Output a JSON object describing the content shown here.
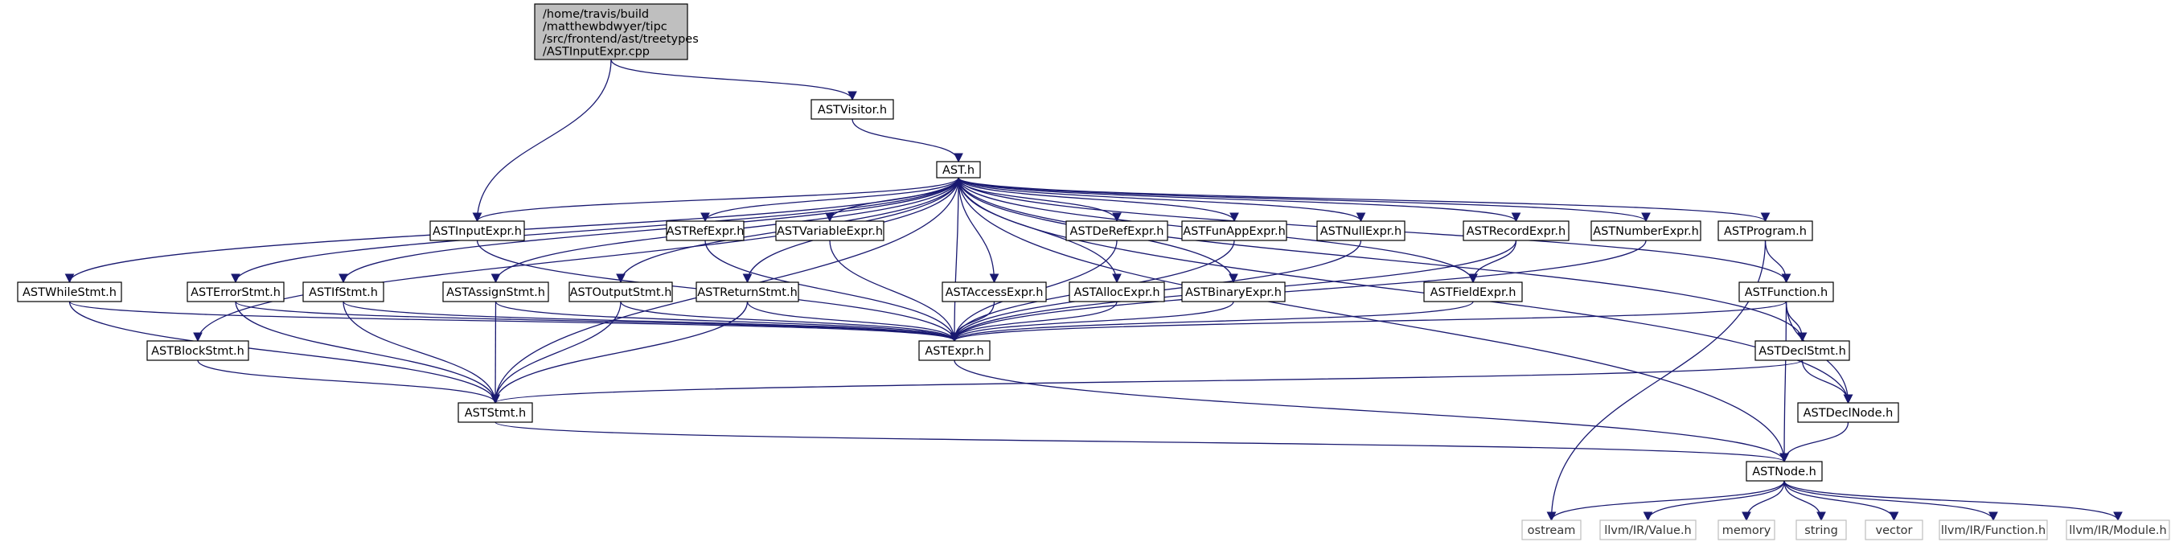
{
  "graph": {
    "root": {
      "id": "root",
      "lines": [
        "/home/travis/build",
        "/matthewbdwyer/tipc",
        "/src/frontend/ast/treetypes",
        "/ASTInputExpr.cpp"
      ]
    },
    "nodes": [
      {
        "id": "ASTVisitor",
        "label": "ASTVisitor.h"
      },
      {
        "id": "AST",
        "label": "AST.h"
      },
      {
        "id": "ASTInputExpr",
        "label": "ASTInputExpr.h"
      },
      {
        "id": "ASTRefExpr",
        "label": "ASTRefExpr.h"
      },
      {
        "id": "ASTVariableExpr",
        "label": "ASTVariableExpr.h"
      },
      {
        "id": "ASTDeRefExpr",
        "label": "ASTDeRefExpr.h"
      },
      {
        "id": "ASTFunAppExpr",
        "label": "ASTFunAppExpr.h"
      },
      {
        "id": "ASTNullExpr",
        "label": "ASTNullExpr.h"
      },
      {
        "id": "ASTRecordExpr",
        "label": "ASTRecordExpr.h"
      },
      {
        "id": "ASTNumberExpr",
        "label": "ASTNumberExpr.h"
      },
      {
        "id": "ASTProgram",
        "label": "ASTProgram.h"
      },
      {
        "id": "ASTWhileStmt",
        "label": "ASTWhileStmt.h"
      },
      {
        "id": "ASTErrorStmt",
        "label": "ASTErrorStmt.h"
      },
      {
        "id": "ASTIfStmt",
        "label": "ASTIfStmt.h"
      },
      {
        "id": "ASTAssignStmt",
        "label": "ASTAssignStmt.h"
      },
      {
        "id": "ASTOutputStmt",
        "label": "ASTOutputStmt.h"
      },
      {
        "id": "ASTReturnStmt",
        "label": "ASTReturnStmt.h"
      },
      {
        "id": "ASTAccessExpr",
        "label": "ASTAccessExpr.h"
      },
      {
        "id": "ASTAllocExpr",
        "label": "ASTAllocExpr.h"
      },
      {
        "id": "ASTBinaryExpr",
        "label": "ASTBinaryExpr.h"
      },
      {
        "id": "ASTFieldExpr",
        "label": "ASTFieldExpr.h"
      },
      {
        "id": "ASTFunction",
        "label": "ASTFunction.h"
      },
      {
        "id": "ASTBlockStmt",
        "label": "ASTBlockStmt.h"
      },
      {
        "id": "ASTExpr",
        "label": "ASTExpr.h"
      },
      {
        "id": "ASTDeclStmt",
        "label": "ASTDeclStmt.h"
      },
      {
        "id": "ASTStmt",
        "label": "ASTStmt.h"
      },
      {
        "id": "ASTDeclNode",
        "label": "ASTDeclNode.h"
      },
      {
        "id": "ASTNode",
        "label": "ASTNode.h"
      },
      {
        "id": "ostream",
        "label": "ostream",
        "external": true
      },
      {
        "id": "llvmValue",
        "label": "llvm/IR/Value.h",
        "external": true
      },
      {
        "id": "memory",
        "label": "memory",
        "external": true
      },
      {
        "id": "string",
        "label": "string",
        "external": true
      },
      {
        "id": "vector",
        "label": "vector",
        "external": true
      },
      {
        "id": "llvmFunction",
        "label": "llvm/IR/Function.h",
        "external": true
      },
      {
        "id": "llvmModule",
        "label": "llvm/IR/Module.h",
        "external": true
      }
    ],
    "edges": [
      [
        "root",
        "ASTVisitor"
      ],
      [
        "root",
        "ASTInputExpr"
      ],
      [
        "ASTVisitor",
        "AST"
      ],
      [
        "AST",
        "ASTInputExpr"
      ],
      [
        "AST",
        "ASTRefExpr"
      ],
      [
        "AST",
        "ASTVariableExpr"
      ],
      [
        "AST",
        "ASTDeRefExpr"
      ],
      [
        "AST",
        "ASTFunAppExpr"
      ],
      [
        "AST",
        "ASTNullExpr"
      ],
      [
        "AST",
        "ASTRecordExpr"
      ],
      [
        "AST",
        "ASTNumberExpr"
      ],
      [
        "AST",
        "ASTProgram"
      ],
      [
        "AST",
        "ASTWhileStmt"
      ],
      [
        "AST",
        "ASTErrorStmt"
      ],
      [
        "AST",
        "ASTIfStmt"
      ],
      [
        "AST",
        "ASTAssignStmt"
      ],
      [
        "AST",
        "ASTOutputStmt"
      ],
      [
        "AST",
        "ASTReturnStmt"
      ],
      [
        "AST",
        "ASTAccessExpr"
      ],
      [
        "AST",
        "ASTAllocExpr"
      ],
      [
        "AST",
        "ASTBinaryExpr"
      ],
      [
        "AST",
        "ASTFieldExpr"
      ],
      [
        "AST",
        "ASTFunction"
      ],
      [
        "AST",
        "ASTBlockStmt"
      ],
      [
        "AST",
        "ASTExpr"
      ],
      [
        "AST",
        "ASTDeclStmt"
      ],
      [
        "AST",
        "ASTStmt"
      ],
      [
        "AST",
        "ASTDeclNode"
      ],
      [
        "AST",
        "ASTNode"
      ],
      [
        "ASTInputExpr",
        "ASTExpr"
      ],
      [
        "ASTRefExpr",
        "ASTExpr"
      ],
      [
        "ASTVariableExpr",
        "ASTExpr"
      ],
      [
        "ASTDeRefExpr",
        "ASTExpr"
      ],
      [
        "ASTFunAppExpr",
        "ASTExpr"
      ],
      [
        "ASTNullExpr",
        "ASTExpr"
      ],
      [
        "ASTRecordExpr",
        "ASTExpr"
      ],
      [
        "ASTRecordExpr",
        "ASTFieldExpr"
      ],
      [
        "ASTNumberExpr",
        "ASTExpr"
      ],
      [
        "ASTProgram",
        "ASTFunction"
      ],
      [
        "ASTProgram",
        "ostream"
      ],
      [
        "ASTWhileStmt",
        "ASTExpr"
      ],
      [
        "ASTWhileStmt",
        "ASTStmt"
      ],
      [
        "ASTErrorStmt",
        "ASTExpr"
      ],
      [
        "ASTErrorStmt",
        "ASTStmt"
      ],
      [
        "ASTIfStmt",
        "ASTExpr"
      ],
      [
        "ASTIfStmt",
        "ASTStmt"
      ],
      [
        "ASTAssignStmt",
        "ASTExpr"
      ],
      [
        "ASTAssignStmt",
        "ASTStmt"
      ],
      [
        "ASTOutputStmt",
        "ASTExpr"
      ],
      [
        "ASTOutputStmt",
        "ASTStmt"
      ],
      [
        "ASTReturnStmt",
        "ASTExpr"
      ],
      [
        "ASTReturnStmt",
        "ASTStmt"
      ],
      [
        "ASTAccessExpr",
        "ASTExpr"
      ],
      [
        "ASTAllocExpr",
        "ASTExpr"
      ],
      [
        "ASTBinaryExpr",
        "ASTExpr"
      ],
      [
        "ASTFieldExpr",
        "ASTExpr"
      ],
      [
        "ASTFunction",
        "ASTExpr"
      ],
      [
        "ASTFunction",
        "ASTDeclStmt"
      ],
      [
        "ASTFunction",
        "ASTDeclNode"
      ],
      [
        "ASTFunction",
        "ASTNode"
      ],
      [
        "ASTBlockStmt",
        "ASTStmt"
      ],
      [
        "ASTExpr",
        "ASTNode"
      ],
      [
        "ASTDeclStmt",
        "ASTStmt"
      ],
      [
        "ASTDeclStmt",
        "ASTDeclNode"
      ],
      [
        "ASTStmt",
        "ASTNode"
      ],
      [
        "ASTDeclNode",
        "ASTNode"
      ],
      [
        "ASTNode",
        "ostream"
      ],
      [
        "ASTNode",
        "llvmValue"
      ],
      [
        "ASTNode",
        "memory"
      ],
      [
        "ASTNode",
        "string"
      ],
      [
        "ASTNode",
        "vector"
      ],
      [
        "ASTNode",
        "llvmFunction"
      ],
      [
        "ASTNode",
        "llvmModule"
      ]
    ],
    "colors": {
      "edge": "#191970",
      "node_border": "#000000",
      "root_fill": "#bfbfbf",
      "node_fill": "#ffffff",
      "external_border": "#bfbfbf",
      "external_text": "#333333"
    }
  }
}
